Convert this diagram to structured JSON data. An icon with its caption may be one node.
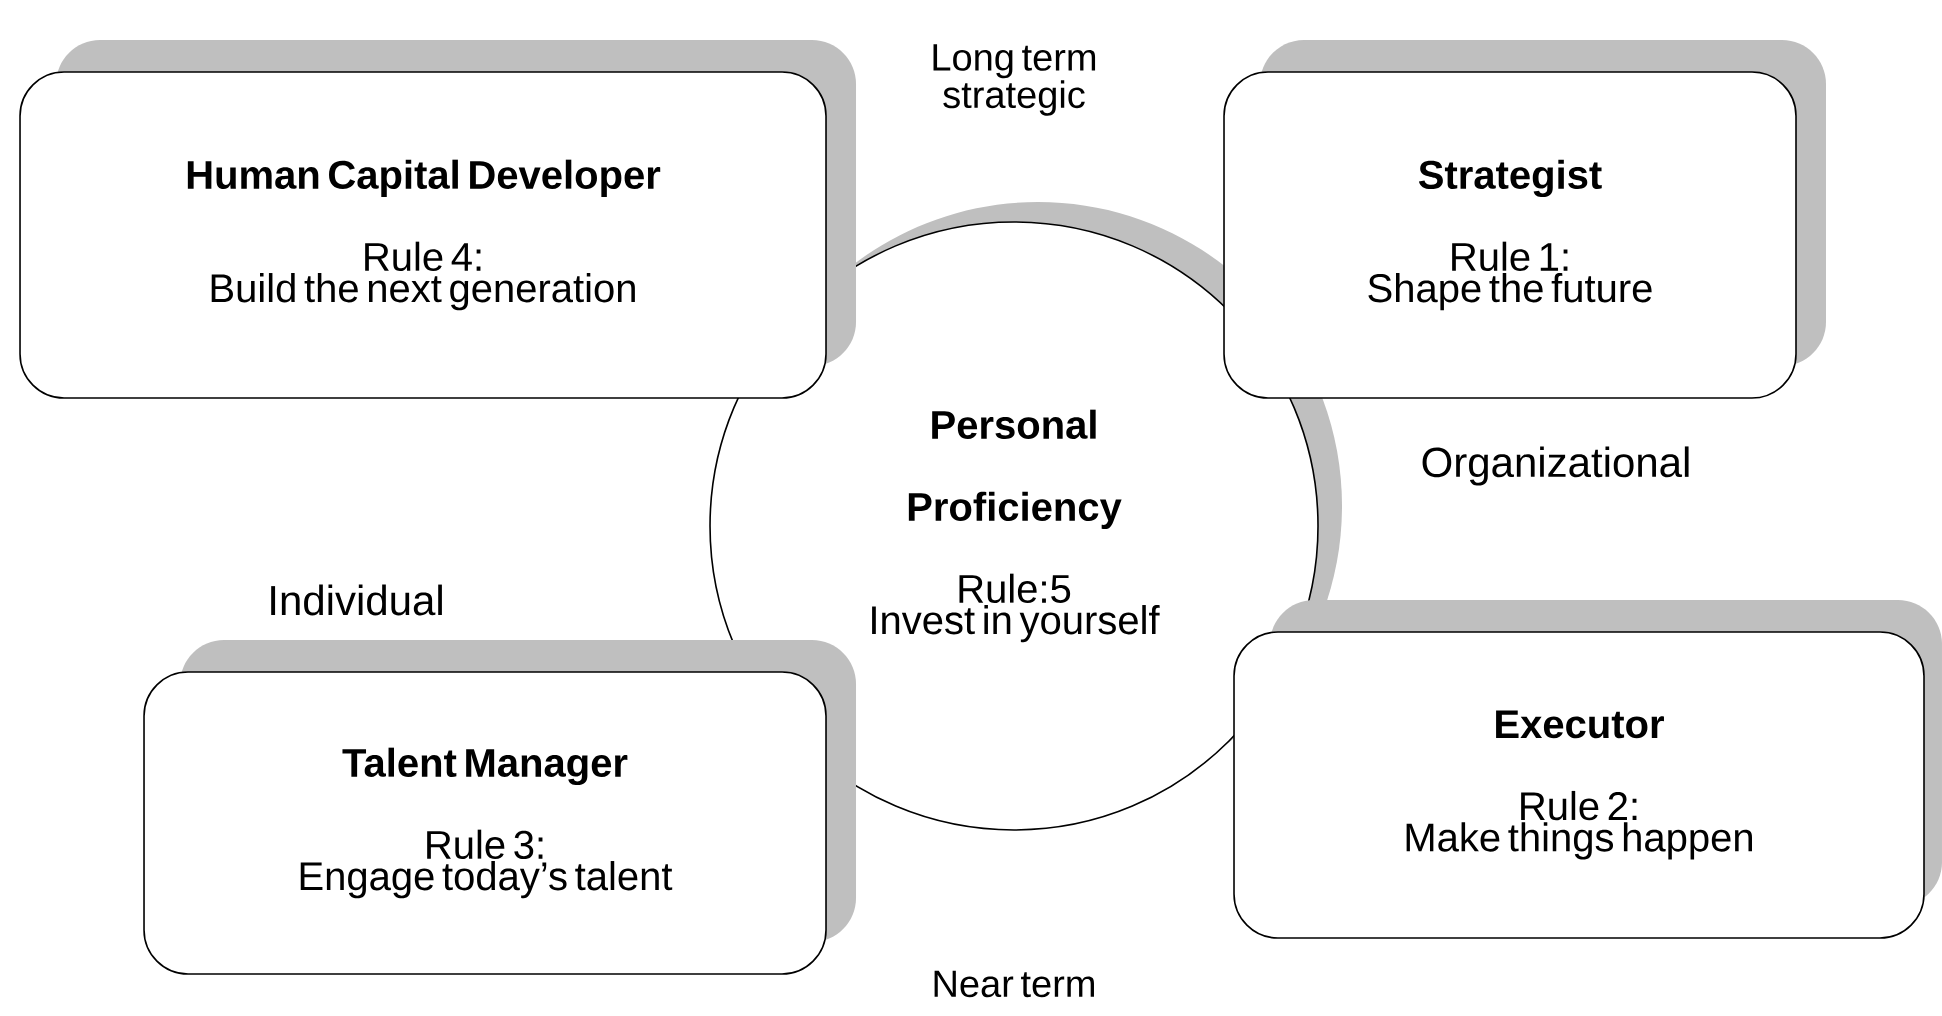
{
  "diagram": {
    "nodes": [
      {
        "text": [
          "Human Capital Developer",
          "Rule 4:",
          "Build the next generation"
        ]
      },
      {
        "text": [
          "Strategist",
          "Rule 1:",
          "Shape the future"
        ]
      },
      {
        "text": [
          "Personal Proficiency",
          "Rule:5",
          "Invest in yourself"
        ]
      },
      {
        "text": [
          "Talent Manager",
          "Rule 3:",
          "Engage today’s talent"
        ]
      },
      {
        "text": [
          "Executor",
          "Rule 2:",
          "Make things happen"
        ]
      }
    ],
    "labels": [
      "Long term strategic",
      "Organizational",
      "Individual",
      "Near term"
    ]
  }
}
